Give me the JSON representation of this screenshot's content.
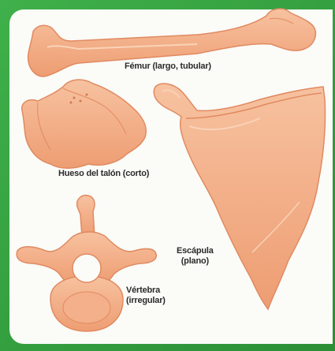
{
  "labels": {
    "femur": "Fémur (largo, tubular)",
    "heel": "Hueso del talón (corto)",
    "scapula_line1": "Escápula",
    "scapula_line2": "(plano)",
    "vertebra_line1": "Vértebra",
    "vertebra_line2": "(irregular)"
  },
  "colors": {
    "border": "#3fb04a",
    "bone_fill": "#f2a77f",
    "bone_light": "#f8c8a9",
    "bone_edge": "#e08a60",
    "background": "#fbfbf8"
  }
}
